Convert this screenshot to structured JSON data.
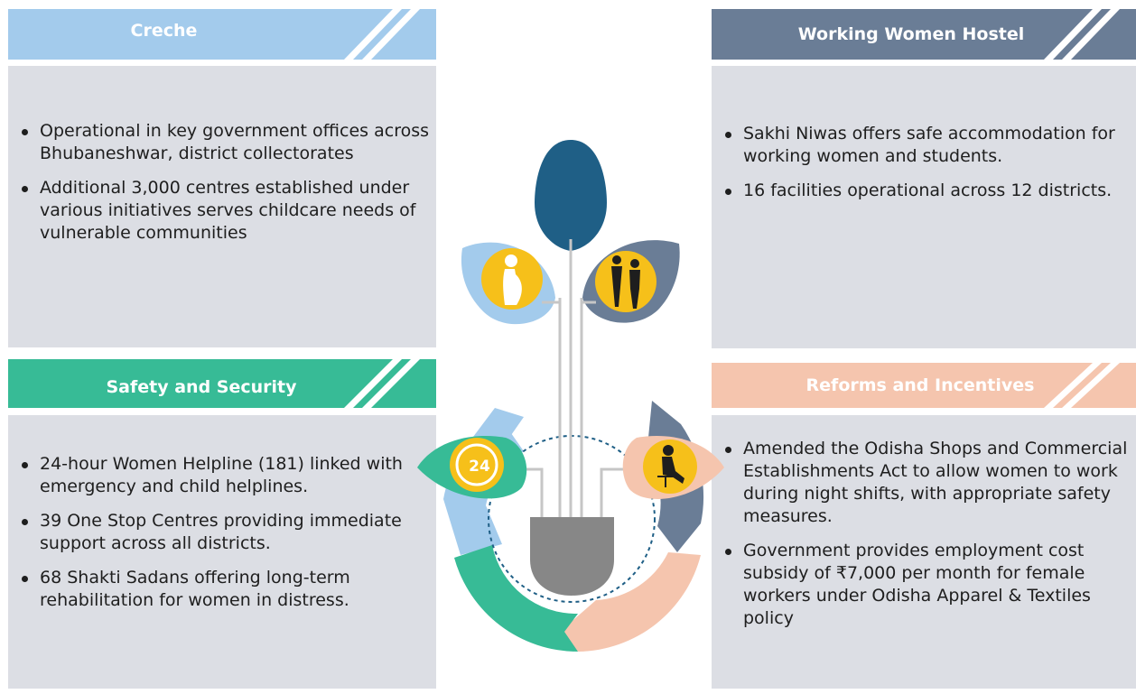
{
  "sections": {
    "creche": {
      "title": "Creche",
      "items": [
        "Operational in key government offices across Bhubaneshwar, district collectorates",
        "Additional 3,000 centres established under various initiatives serves childcare needs of vulnerable communities"
      ]
    },
    "hostel": {
      "title": "Working Women Hostel",
      "items": [
        "Sakhi Niwas offers safe accommodation for working women and students.",
        "16 facilities operational across 12 districts."
      ]
    },
    "safety": {
      "title": "Safety and Security",
      "items": [
        "24-hour Women Helpline (181) linked with emergency and child helplines.",
        "39 One Stop Centres providing immediate support across all districts.",
        "68 Shakti Sadans offering long-term rehabilitation for women in distress."
      ]
    },
    "reforms": {
      "title": "Reforms and Incentives",
      "items": [
        "Amended the Odisha Shops and Commercial Establishments Act to allow women to work during night shifts, with appropriate safety measures.",
        "Government provides employment cost subsidy of ₹7,000 per month for female workers under Odisha Apparel & Textiles policy"
      ]
    }
  },
  "center": {
    "helpline_badge": "24"
  },
  "colors": {
    "creche": "#a3cbec",
    "hostel": "#6a7d96",
    "safety": "#37bb96",
    "reforms": "#f5c5ae",
    "panel": "#dcdee4",
    "stem": "#1f5f86",
    "icon": "#f6c01a",
    "pot": "#878787"
  },
  "icons": [
    "pregnant-woman-icon",
    "working-women-icon",
    "helpline-24-icon",
    "seated-worker-icon"
  ]
}
